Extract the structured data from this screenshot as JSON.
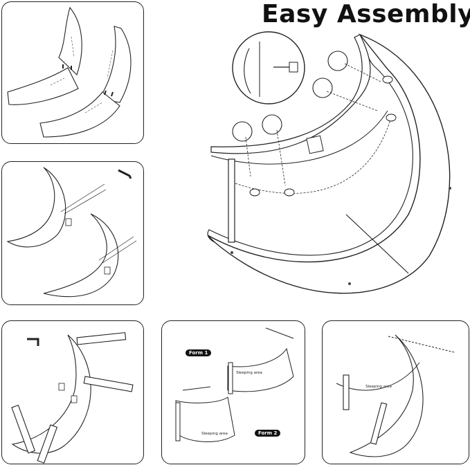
{
  "title": "Easy Assembly",
  "steps": {
    "form1_label": "Form 1",
    "form2_label": "Form 2",
    "sleeping_area_label": "Sleeping area"
  }
}
